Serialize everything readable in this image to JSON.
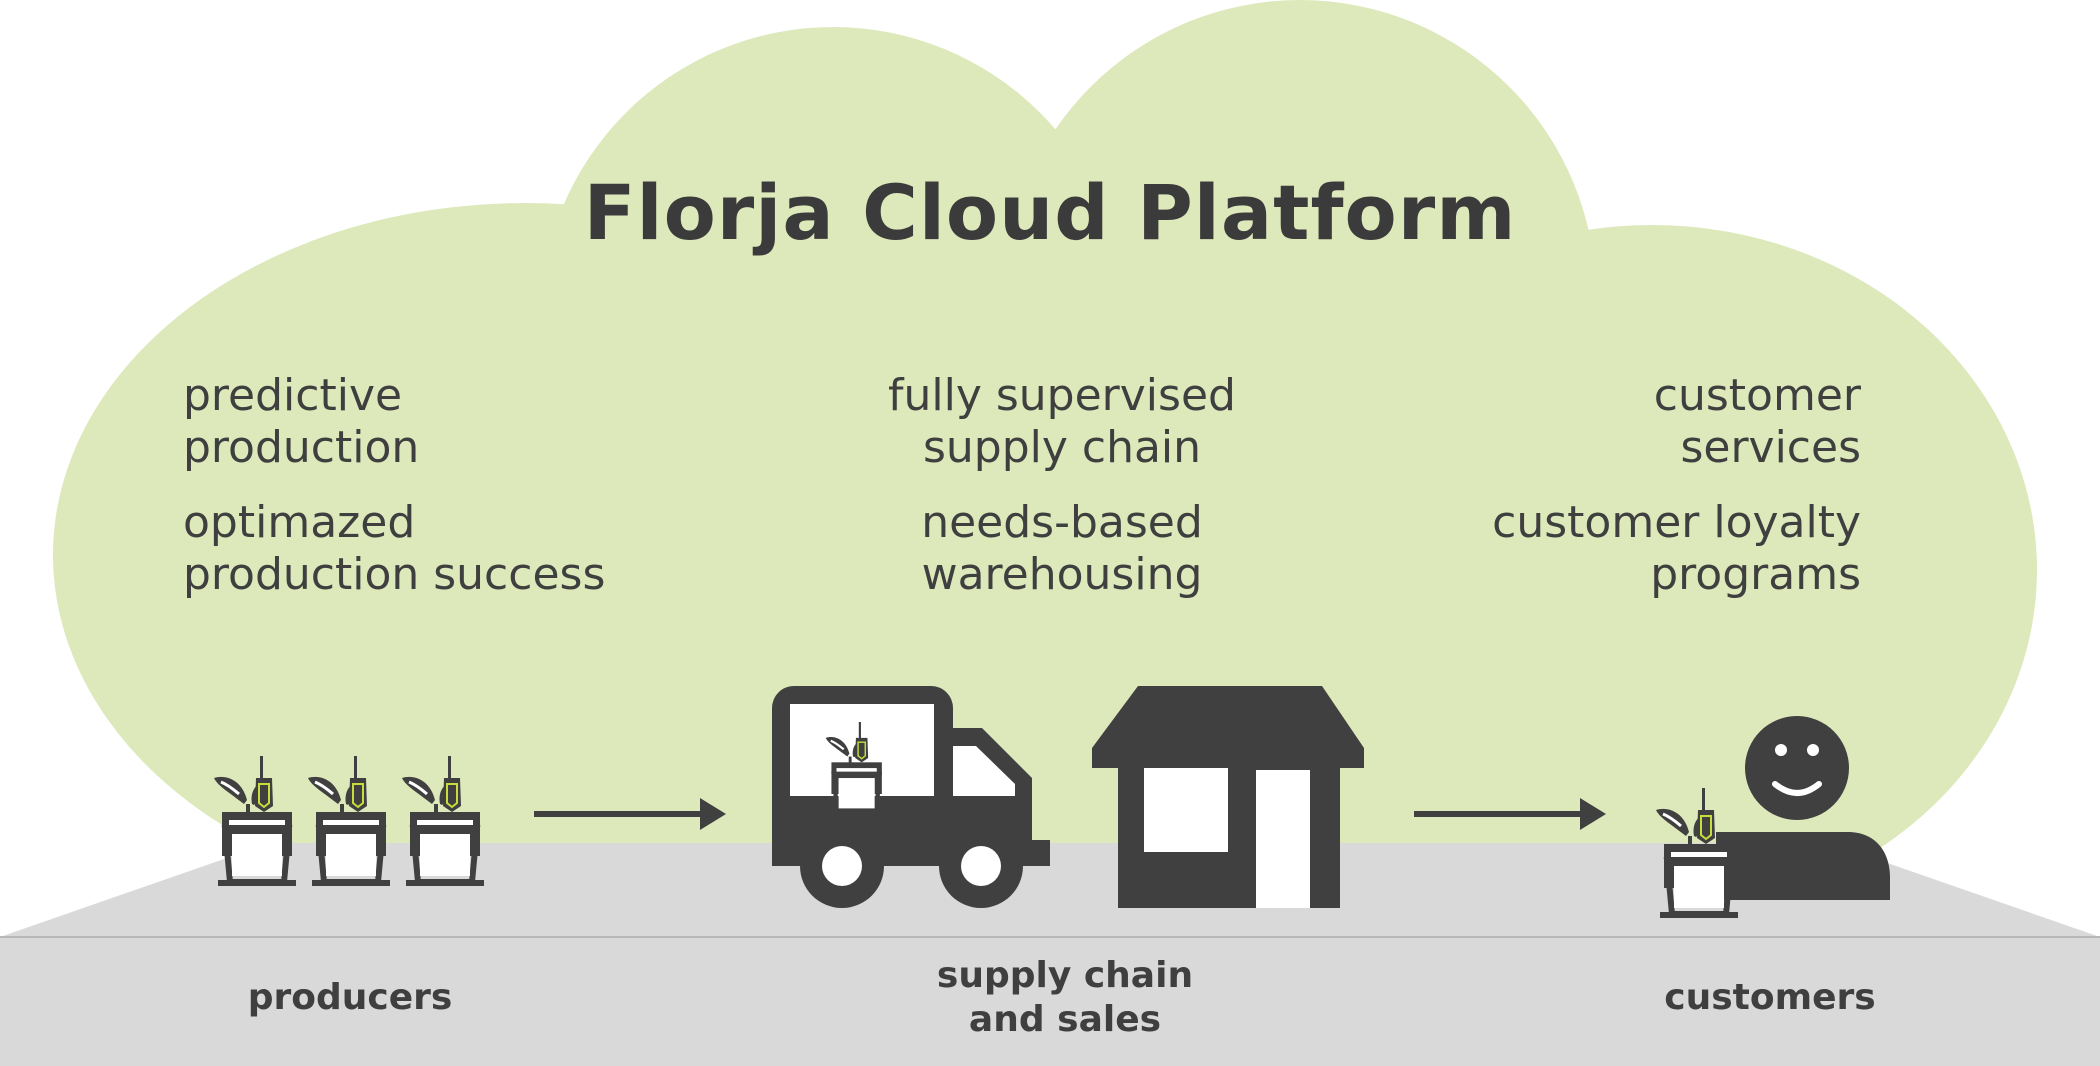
{
  "title": "Florja Cloud Platform",
  "columns": [
    {
      "id": "producers",
      "features": [
        {
          "line1": "predictive",
          "line2": "production"
        },
        {
          "line1": "optimazed",
          "line2": "production success"
        }
      ],
      "stage": {
        "line1": "producers",
        "line2": ""
      }
    },
    {
      "id": "supply-chain",
      "features": [
        {
          "line1": "fully supervised",
          "line2": "supply chain"
        },
        {
          "line1": "needs-based",
          "line2": "warehousing"
        }
      ],
      "stage": {
        "line1": "supply chain",
        "line2": "and sales"
      }
    },
    {
      "id": "customers",
      "features": [
        {
          "line1": "customer",
          "line2": "services"
        },
        {
          "line1": "customer loyalty",
          "line2": "programs"
        }
      ],
      "stage": {
        "line1": "customers",
        "line2": ""
      }
    }
  ],
  "colors": {
    "cloud": "#dde9bb",
    "ground": "#d9d9d9",
    "icon": "#404040",
    "sensor_accent": "#c8dc3c"
  }
}
